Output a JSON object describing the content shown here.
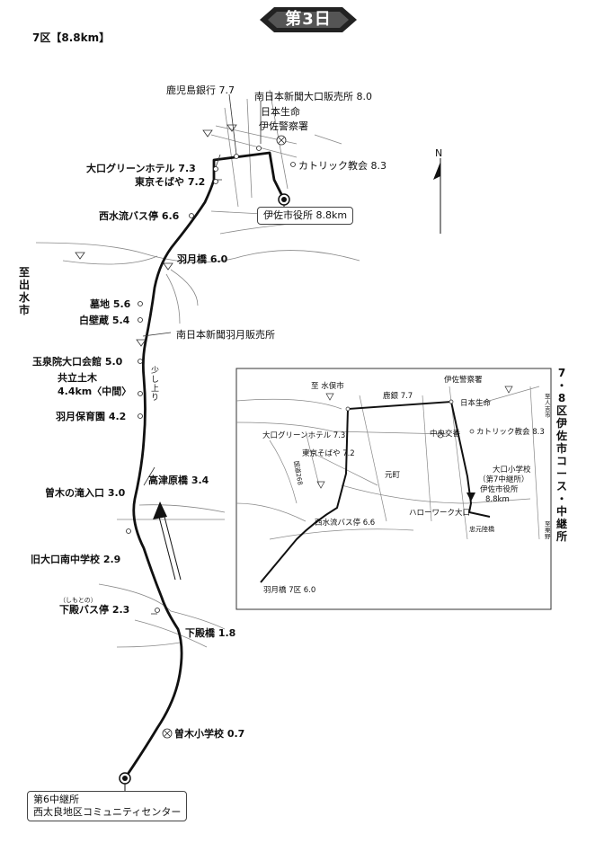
{
  "header": {
    "title": "第3日"
  },
  "section": {
    "label": "7区【8.8km】"
  },
  "compass": {
    "label": "N"
  },
  "side_labels": {
    "left": "至出水市",
    "right": "7・8区伊佐市コース・中継所"
  },
  "start": {
    "line1": "第6中継所",
    "line2": "西太良地区コミュニティセンター"
  },
  "finish": {
    "label": "伊佐市役所 8.8km"
  },
  "route_points": [
    {
      "name": "曽木小学校",
      "km": "0.7"
    },
    {
      "name": "下殿橋",
      "km": "1.8"
    },
    {
      "name": "下殿バス停",
      "km": "2.3",
      "furigana": "（しもとの）"
    },
    {
      "name": "旧大口南中学校",
      "km": "2.9"
    },
    {
      "name": "曽木の滝入口",
      "km": "3.0"
    },
    {
      "name": "高津原橋",
      "km": "3.4"
    },
    {
      "name": "羽月保育園",
      "km": "4.2"
    },
    {
      "name": "共立土木",
      "km": "4.4km〈中間〉"
    },
    {
      "name": "玉泉院大口会館",
      "km": "5.0"
    },
    {
      "name": "南日本新聞羽月販売所",
      "km": ""
    },
    {
      "name": "白壁蔵",
      "km": "5.4"
    },
    {
      "name": "墓地",
      "km": "5.6"
    },
    {
      "name": "羽月橋",
      "km": "6.0"
    },
    {
      "name": "西水流バス停",
      "km": "6.6"
    },
    {
      "name": "東京そばや",
      "km": "7.2"
    },
    {
      "name": "大口グリーンホテル",
      "km": "7.3"
    },
    {
      "name": "鹿児島銀行",
      "km": "7.7"
    },
    {
      "name": "南日本新聞大口販売所",
      "km": "8.0"
    },
    {
      "name": "日本生命",
      "km": ""
    },
    {
      "name": "伊佐警察署",
      "km": ""
    },
    {
      "name": "カトリック教会",
      "km": "8.3"
    }
  ],
  "slope_note": "少し上り",
  "inset": {
    "labels": {
      "to_izumi": "至 水俣市",
      "keisatsu": "伊佐警察署",
      "kagin": "鹿銀 7.7",
      "nihon_seimei": "日本生命",
      "hotel": "大口グリーンホテル 7.3",
      "chuo": "中央交番",
      "catholic": "カトリック教会 8.3",
      "tokyo_soba": "東京そばや 7.2",
      "motomachi": "元町",
      "school": "大口小学校",
      "relay": "（第7中継所）",
      "city_hall": "伊佐市役所",
      "city_hall_km": "8.8km",
      "hellowork": "ハローワーク大口",
      "nishizuru": "西水流バス停 6.6",
      "chugenbashi": "忠元陸橋",
      "hatsuki": "羽月橋 7区 6.0",
      "route_no": "国道268",
      "to_hitoyoshi": "至人吉市",
      "to_kurino": "至栗野"
    }
  }
}
